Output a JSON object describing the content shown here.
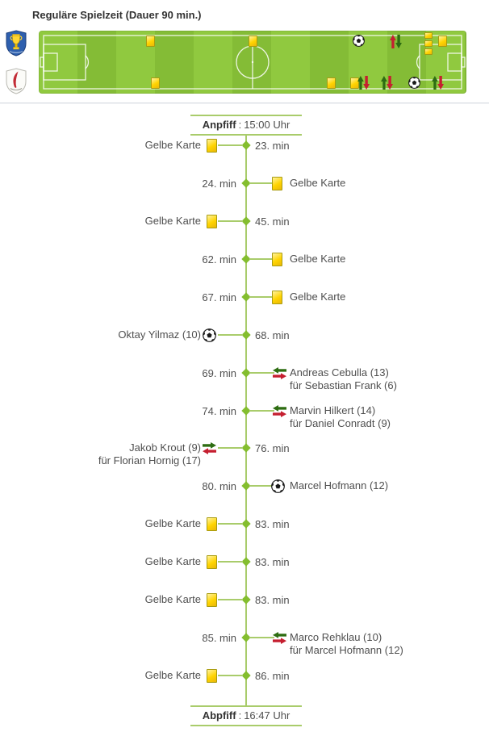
{
  "header": {
    "title": "Reguläre Spielzeit (Dauer 90 min.)"
  },
  "teams": {
    "home": {
      "crest": "home-club-crest"
    },
    "away": {
      "crest": "away-club-crest"
    }
  },
  "timeline": {
    "kickoff": {
      "label": "Anpfiff",
      "separator": ":",
      "time": "15:00 Uhr"
    },
    "final_whistle": {
      "label": "Abpfiff",
      "separator": ":",
      "time": "16:47 Uhr"
    },
    "events": [
      {
        "side": "left",
        "minute": "23. min",
        "type": "yellow-card",
        "label": "Gelbe Karte"
      },
      {
        "side": "right",
        "minute": "24. min",
        "type": "yellow-card",
        "label": "Gelbe Karte"
      },
      {
        "side": "left",
        "minute": "45. min",
        "type": "yellow-card",
        "label": "Gelbe Karte"
      },
      {
        "side": "right",
        "minute": "62. min",
        "type": "yellow-card",
        "label": "Gelbe Karte"
      },
      {
        "side": "right",
        "minute": "67. min",
        "type": "yellow-card",
        "label": "Gelbe Karte"
      },
      {
        "side": "left",
        "minute": "68. min",
        "type": "goal",
        "label": "Oktay Yilmaz (10)"
      },
      {
        "side": "right",
        "minute": "69. min",
        "type": "substitution",
        "label": "Andreas Cebulla (13)",
        "sublabel": "für Sebastian Frank (6)"
      },
      {
        "side": "right",
        "minute": "74. min",
        "type": "substitution",
        "label": "Marvin Hilkert (14)",
        "sublabel": "für Daniel Conradt (9)"
      },
      {
        "side": "left",
        "minute": "76. min",
        "type": "substitution",
        "label": "Jakob Krout (9)",
        "sublabel": "für Florian Hornig (17)"
      },
      {
        "side": "right",
        "minute": "80. min",
        "type": "goal",
        "label": "Marcel Hofmann (12)"
      },
      {
        "side": "left",
        "minute": "83. min",
        "type": "yellow-card",
        "label": "Gelbe Karte"
      },
      {
        "side": "left",
        "minute": "83. min",
        "type": "yellow-card",
        "label": "Gelbe Karte"
      },
      {
        "side": "left",
        "minute": "83. min",
        "type": "yellow-card",
        "label": "Gelbe Karte"
      },
      {
        "side": "right",
        "minute": "85. min",
        "type": "substitution",
        "label": "Marco Rehklau (10)",
        "sublabel": "für Marcel Hofmann (12)"
      },
      {
        "side": "left",
        "minute": "86. min",
        "type": "yellow-card",
        "label": "Gelbe Karte"
      }
    ]
  },
  "pitch": {
    "duration_min": 90,
    "markers": [
      {
        "row": "home",
        "minute": 23,
        "type": "yellow-card"
      },
      {
        "row": "home",
        "minute": 45,
        "type": "yellow-card"
      },
      {
        "row": "home",
        "minute": 68,
        "type": "goal"
      },
      {
        "row": "home",
        "minute": 76,
        "type": "substitution"
      },
      {
        "row": "home",
        "minute": 83,
        "type": "yellow-card-stack",
        "count": 3
      },
      {
        "row": "home",
        "minute": 86,
        "type": "yellow-card"
      },
      {
        "row": "away",
        "minute": 24,
        "type": "yellow-card"
      },
      {
        "row": "away",
        "minute": 62,
        "type": "yellow-card"
      },
      {
        "row": "away",
        "minute": 67,
        "type": "yellow-card"
      },
      {
        "row": "away",
        "minute": 69,
        "type": "substitution"
      },
      {
        "row": "away",
        "minute": 74,
        "type": "substitution"
      },
      {
        "row": "away",
        "minute": 80,
        "type": "goal"
      },
      {
        "row": "away",
        "minute": 85,
        "type": "substitution"
      }
    ]
  },
  "colors": {
    "timeline_green": "#a9cc6b",
    "diamond_green": "#84be2f",
    "card_yellow": "#ffd400",
    "card_yellow_light": "#fff3a0",
    "card_border": "#a89b10",
    "sub_in_green": "#2e6d12",
    "sub_out_red": "#c51f30",
    "pitch_light": "#90c93f",
    "pitch_dark": "#84bc36",
    "text_dark": "#333333",
    "text_gray": "#4f4f4f",
    "ball_black": "#1a1a1a"
  }
}
